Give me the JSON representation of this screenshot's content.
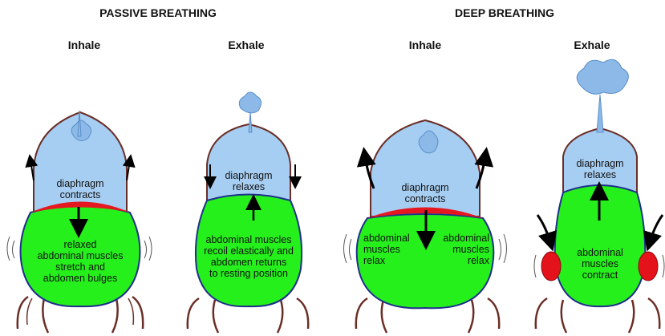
{
  "headings": {
    "passive": "PASSIVE BREATHING",
    "deep": "DEEP BREATHING"
  },
  "panels": {
    "p1": {
      "phase": "Inhale",
      "diaphragm": "diaphragm\ncontracts",
      "abdomen": "relaxed\nabdominal muscles\nstretch and\nabdomen bulges"
    },
    "p2": {
      "phase": "Exhale",
      "diaphragm": "diaphragm\nrelaxes",
      "abdomen": "abdominal muscles\nrecoil elastically and\nabdomen returns\nto resting position"
    },
    "p3": {
      "phase": "Inhale",
      "diaphragm": "diaphragm\ncontracts",
      "abdomen_left": "abdominal\nmuscles\nrelax",
      "abdomen_right": "abdominal\nmuscles\nrelax"
    },
    "p4": {
      "phase": "Exhale",
      "diaphragm": "diaphragm\nrelaxes",
      "abdomen": "abdominal\nmuscles\ncontract"
    }
  },
  "colors": {
    "chest": "#a6cef2",
    "abdomen": "#26f01c",
    "diaphragm": "#e5171f",
    "outline": "#6b2e26",
    "border": "#1f2f8c",
    "air": "#8cb9e8",
    "muscle": "#e4121b"
  }
}
